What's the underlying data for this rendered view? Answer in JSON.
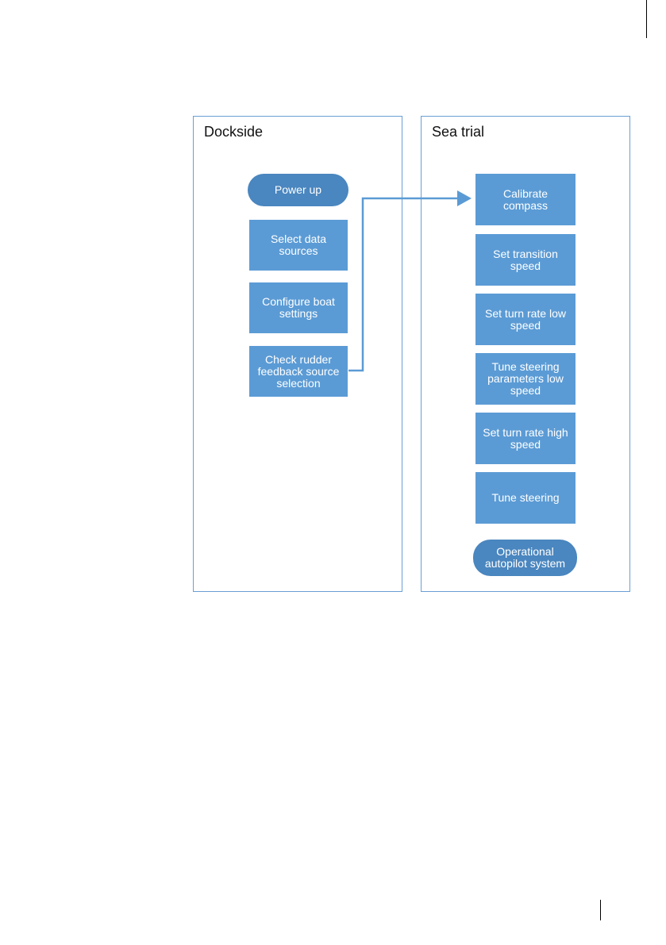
{
  "diagram": {
    "dockside": {
      "title": "Dockside",
      "steps": [
        "Power up",
        "Select data sources",
        "Configure boat settings",
        "Check rudder feedback source selection"
      ]
    },
    "sea_trial": {
      "title": "Sea trial",
      "steps": [
        "Calibrate compass",
        "Set transition speed",
        "Set turn rate low speed",
        "Tune steering parameters low speed",
        "Set turn rate high speed",
        "Tune steering",
        "Operational autopilot system"
      ]
    }
  },
  "colors": {
    "box_fill": "#5b9bd5",
    "terminal_fill": "#4a86bf",
    "border": "#6a9fd4",
    "text_on_box": "#ffffff"
  }
}
